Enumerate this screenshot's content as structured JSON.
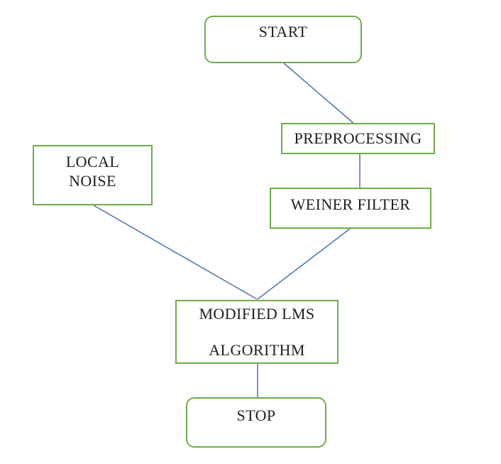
{
  "diagram": {
    "type": "flowchart",
    "nodes": {
      "start": {
        "label": "START",
        "shape": "rounded-rectangle"
      },
      "preprocessing": {
        "label": "PREPROCESSING",
        "shape": "rectangle"
      },
      "local_noise": {
        "line1": "LOCAL",
        "line2": "NOISE",
        "shape": "rectangle"
      },
      "weiner_filter": {
        "label": "WEINER FILTER",
        "shape": "rectangle"
      },
      "modified_lms": {
        "line1": "MODIFIED LMS",
        "line2": "ALGORITHM",
        "shape": "rectangle"
      },
      "stop": {
        "label": "STOP",
        "shape": "rounded-rectangle"
      }
    },
    "edges": [
      {
        "from": "start",
        "to": "preprocessing"
      },
      {
        "from": "preprocessing",
        "to": "weiner_filter"
      },
      {
        "from": "local_noise",
        "to": "modified_lms"
      },
      {
        "from": "weiner_filter",
        "to": "modified_lms"
      },
      {
        "from": "modified_lms",
        "to": "stop"
      }
    ],
    "colors": {
      "box_border": "#70ad47",
      "box_fill": "#ffffff",
      "connector": "#4a74ac",
      "text": "#1f1f1f",
      "background": "#ffffff"
    }
  }
}
